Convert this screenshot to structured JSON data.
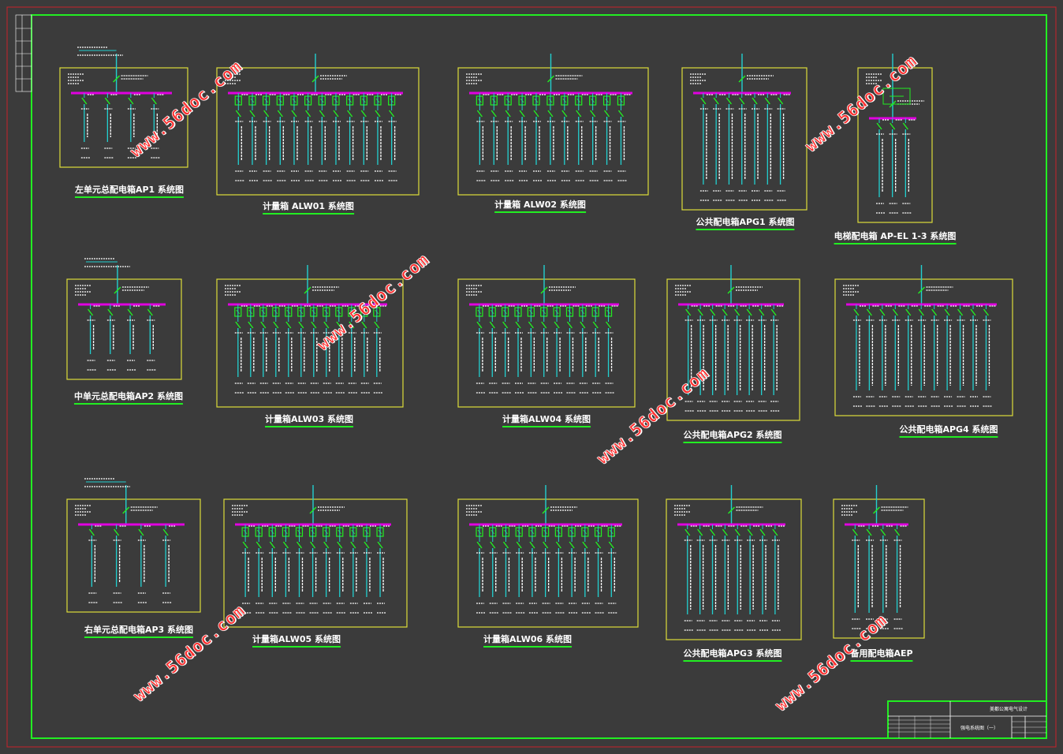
{
  "watermark_text": "www.56doc.com",
  "colors": {
    "frame_red": "#c8202a",
    "frame_green": "#22ee22",
    "panel_yellow": "#dcdc3a",
    "busbar": "#e000e0",
    "feeder": "#22d0d0",
    "breaker": "#22ee22",
    "text": "#ffffff"
  },
  "panels": [
    {
      "caption": "左单元总配电箱AP1 系统图",
      "type": "main",
      "feeders": 4
    },
    {
      "caption": "计量箱 ALW01 系统图",
      "type": "meter",
      "feeders": 12
    },
    {
      "caption": "计量箱 ALW02 系统图",
      "type": "meter",
      "feeders": 11
    },
    {
      "caption": "公共配电箱APG1 系统图",
      "type": "public",
      "feeders": 7
    },
    {
      "caption": "电梯配电箱 AP-EL 1-3 系统图",
      "type": "elevator",
      "feeders": 3
    },
    {
      "caption": "中单元总配电箱AP2 系统图",
      "type": "main",
      "feeders": 4
    },
    {
      "caption": "计量箱ALW03 系统图",
      "type": "meter",
      "feeders": 12
    },
    {
      "caption": "计量箱ALW04 系统图",
      "type": "meter",
      "feeders": 11
    },
    {
      "caption": "公共配电箱APG2 系统图",
      "type": "public",
      "feeders": 8
    },
    {
      "caption": "公共配电箱APG4 系统图",
      "type": "public",
      "feeders": 11
    },
    {
      "caption": "右单元总配电箱AP3 系统图",
      "type": "main",
      "feeders": 4
    },
    {
      "caption": "计量箱ALW05 系统图",
      "type": "meter",
      "feeders": 11
    },
    {
      "caption": "计量箱ALW06 系统图",
      "type": "meter",
      "feeders": 11
    },
    {
      "caption": "公共配电箱APG3 系统图",
      "type": "public",
      "feeders": 8
    },
    {
      "caption": "备用配电箱AEP",
      "type": "public",
      "feeders": 4
    }
  ],
  "title_block": {
    "project": "美都公寓电气设计",
    "drawing": "强电系统图（一）"
  }
}
